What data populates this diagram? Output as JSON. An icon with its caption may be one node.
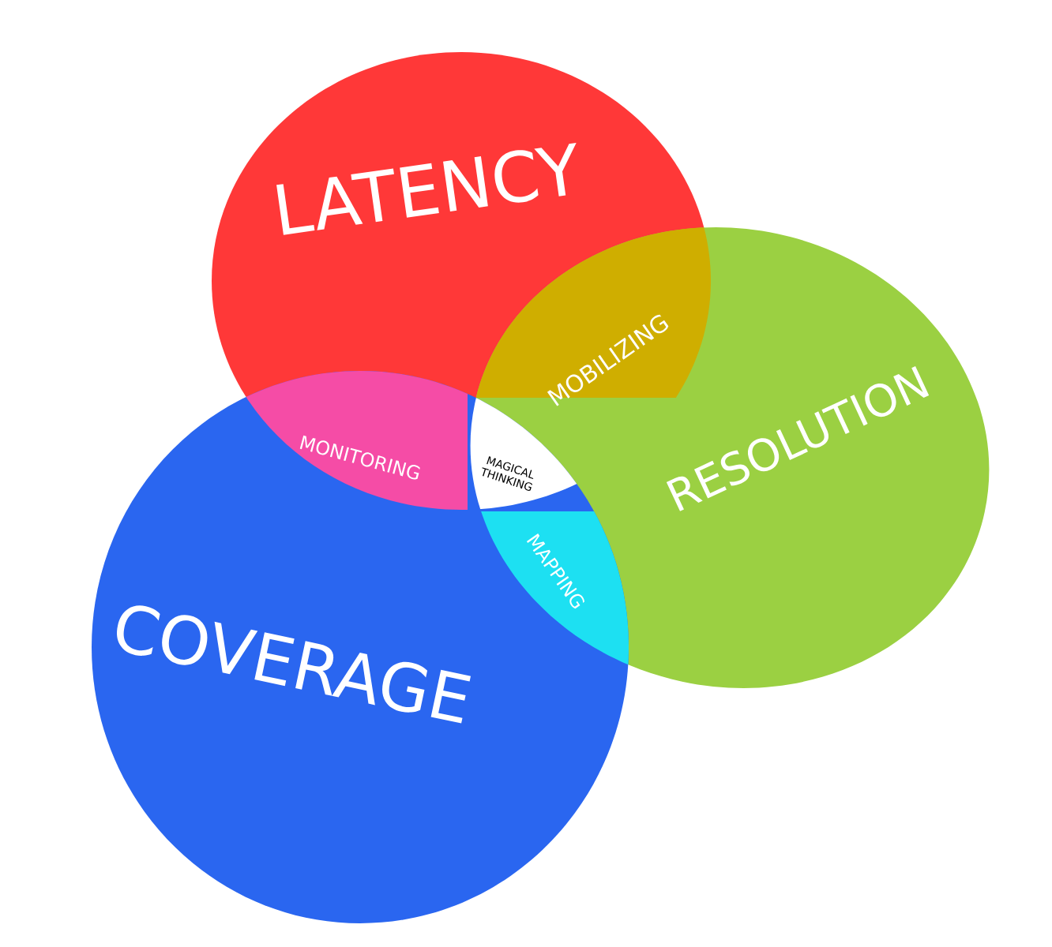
{
  "diagram": {
    "nodes": [
      {
        "text": [
          "LATENCY"
        ]
      },
      {
        "text": [
          "RESOLUTION"
        ]
      },
      {
        "text": [
          "COVERAGE"
        ]
      },
      {
        "text": [
          "MONITORING"
        ]
      },
      {
        "text": [
          "MOBILIZING"
        ]
      },
      {
        "text": [
          "MAPPING"
        ]
      },
      {
        "text": [
          "MAGICAL THINKING"
        ]
      }
    ]
  }
}
